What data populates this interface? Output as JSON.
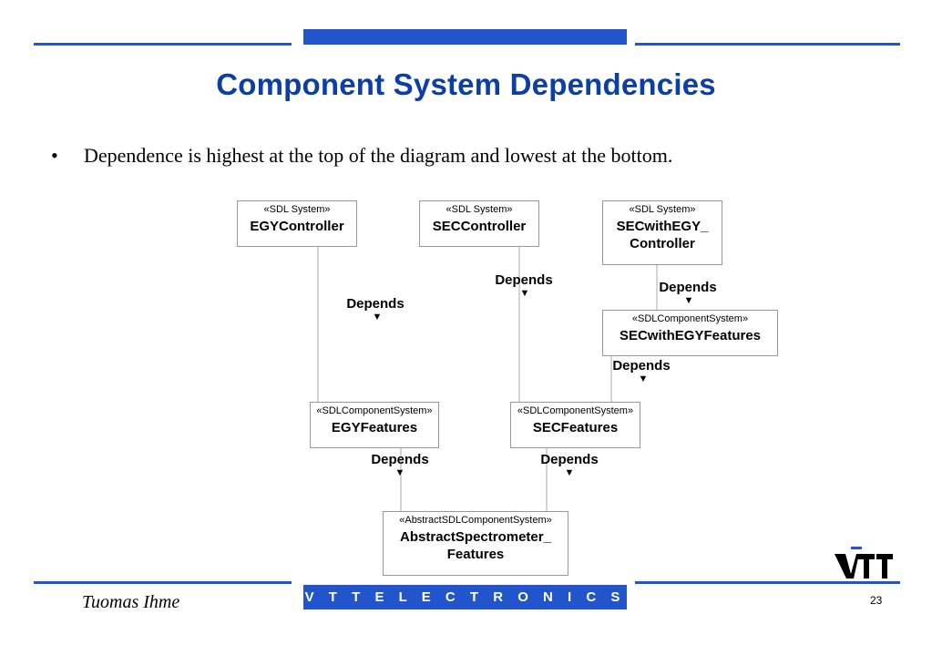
{
  "slide": {
    "title": "Component System Dependencies",
    "bullet": "Dependence is highest at the top of the diagram and lowest at the bottom.",
    "bullet_marker": "•"
  },
  "diagram": {
    "boxes": {
      "egy_controller": {
        "stereotype": "«SDL System»",
        "name": "EGYController"
      },
      "sec_controller": {
        "stereotype": "«SDL System»",
        "name": "SECController"
      },
      "sec_with_egy_controller": {
        "stereotype": "«SDL System»",
        "name_line1": "SECwithEGY_",
        "name_line2": "Controller"
      },
      "sec_with_egy_features": {
        "stereotype": "«SDLComponentSystem»",
        "name": "SECwithEGYFeatures"
      },
      "egy_features": {
        "stereotype": "«SDLComponentSystem»",
        "name": "EGYFeatures"
      },
      "sec_features": {
        "stereotype": "«SDLComponentSystem»",
        "name": "SECFeatures"
      },
      "abstract_features": {
        "stereotype": "«AbstractSDLComponentSystem»",
        "name_line1": "AbstractSpectrometer_",
        "name_line2": "Features"
      }
    },
    "dependency_label": "Depends",
    "arrow_glyph": "▼"
  },
  "footer": {
    "author": "Tuomas Ihme",
    "company": "V T T   E L E C T R O N I C S",
    "page_number": "23",
    "logo_text": "VTT"
  },
  "colors": {
    "accent": "#2255cc",
    "title": "#0b3ea8",
    "box_border": "#999999",
    "connector": "#aaaaaa"
  }
}
